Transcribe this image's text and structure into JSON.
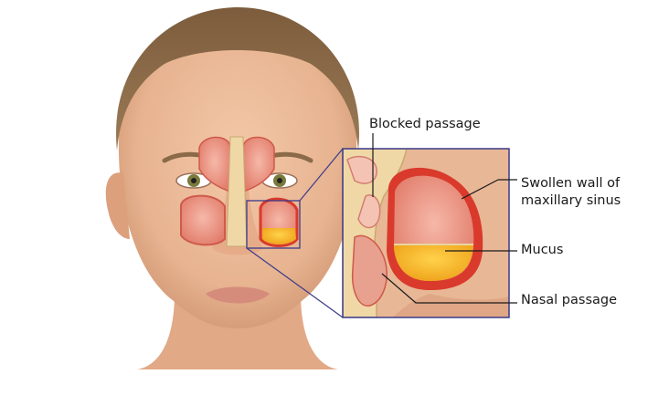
{
  "labels": {
    "blocked_passage": "Blocked passage",
    "swollen_wall_line1": "Swollen wall of",
    "swollen_wall_line2": "maxillary sinus",
    "mucus": "Mucus",
    "nasal_passage": "Nasal passage"
  },
  "colors": {
    "skin": "#e9b897",
    "skin_shadow": "#d49a76",
    "hair": "#8a6a48",
    "sinus_tissue": "#e58c7e",
    "sinus_inner": "#f2b0a3",
    "swollen_wall": "#d93a2c",
    "mucus": "#f2b21f",
    "bone": "#efd8a6",
    "inset_border": "#3b3a8a",
    "leader_line": "#1a1a1a"
  }
}
